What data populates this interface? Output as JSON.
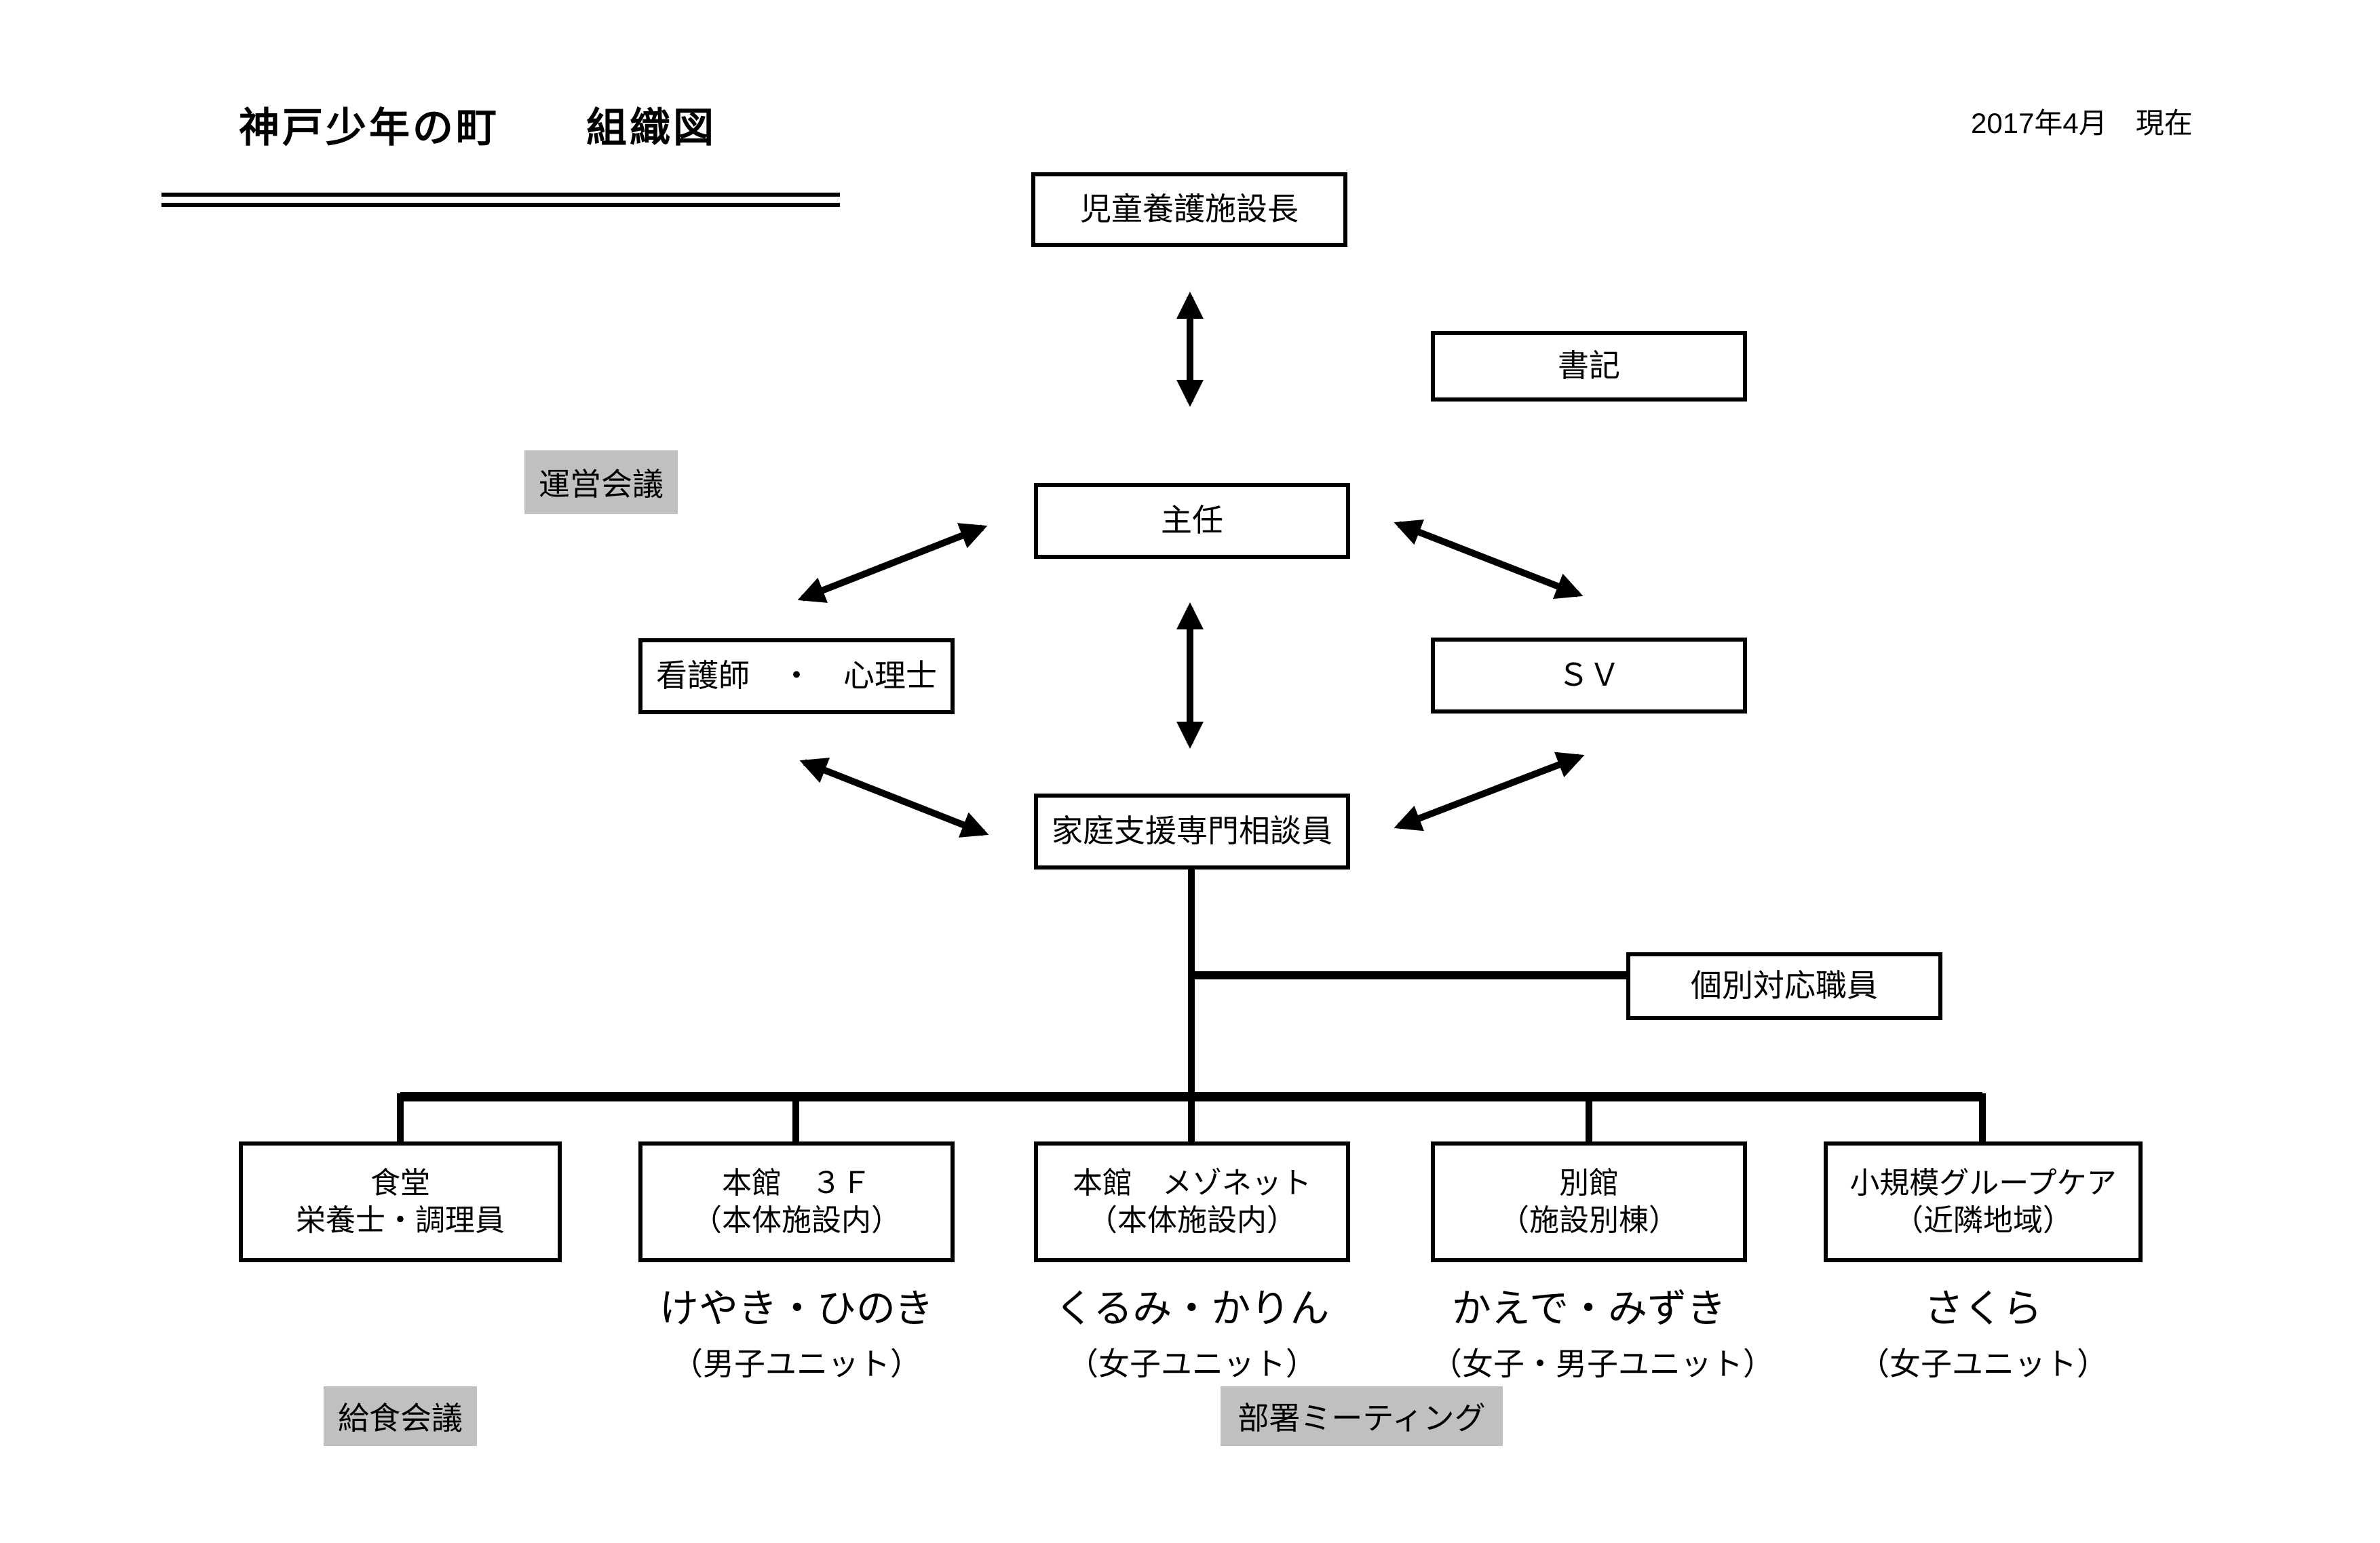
{
  "header": {
    "title": "神戸少年の町　　組織図",
    "date_note": "2017年4月　現在"
  },
  "colors": {
    "line": "#000000",
    "meeting_bg": "#c0c0c0",
    "box_border": "#000000",
    "background": "#ffffff"
  },
  "nodes": {
    "director": {
      "label": "児童養護施設長"
    },
    "secretary": {
      "label": "書記"
    },
    "chief": {
      "label": "主任"
    },
    "nurse_psychologist": {
      "label": "看護師　・　心理士"
    },
    "supervisor": {
      "label": "ＳＶ"
    },
    "family_support_counselor": {
      "label": "家庭支援専門相談員"
    },
    "individual_support_staff": {
      "label": "個別対応職員"
    }
  },
  "meetings": {
    "management_meeting": {
      "label": "運営会議"
    },
    "meal_meeting": {
      "label": "給食会議"
    },
    "department_meeting": {
      "label": "部署ミーティング"
    }
  },
  "units": [
    {
      "line1": "食堂",
      "line2": "栄養士・調理員"
    },
    {
      "line1": "本館　３Ｆ",
      "line2": "（本体施設内）",
      "unit_name": "けやき・ひのき",
      "unit_type": "（男子ユニット）"
    },
    {
      "line1": "本館　メゾネット",
      "line2": "（本体施設内）",
      "unit_name": "くるみ・かりん",
      "unit_type": "（女子ユニット）"
    },
    {
      "line1": "別館",
      "line2": "（施設別棟）",
      "unit_name": "かえで・みずき",
      "unit_type": "（女子・男子ユニット）"
    },
    {
      "line1": "小規模グループケア",
      "line2": "（近隣地域）",
      "unit_name": "さくら",
      "unit_type": "（女子ユニット）"
    }
  ]
}
